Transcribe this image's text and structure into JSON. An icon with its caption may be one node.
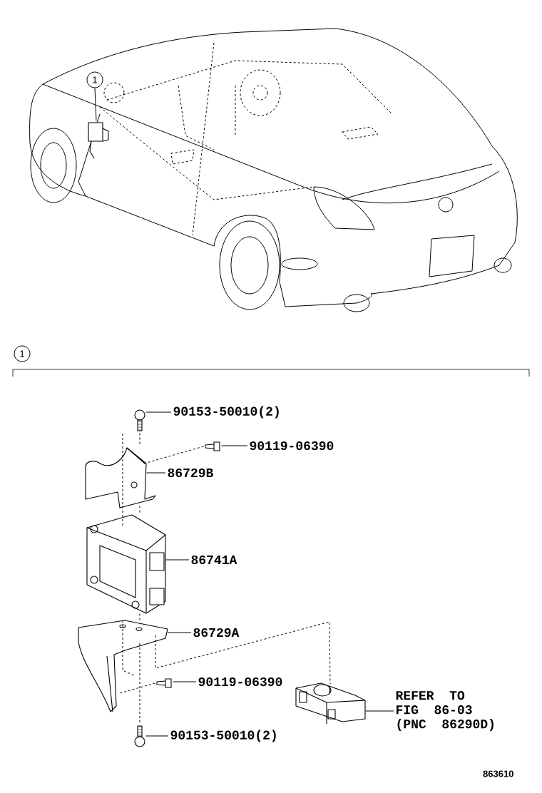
{
  "diagram": {
    "nodes": [
      {
        "text": [
          "1"
        ]
      },
      {
        "text": [],
        "shape": "picture"
      },
      {
        "text": [
          "1"
        ]
      },
      {
        "text": [
          "90153-50010(2)"
        ]
      },
      {
        "text": [],
        "shape": "picture"
      },
      {
        "text": [
          "90119-06390"
        ]
      },
      {
        "text": [],
        "shape": "picture"
      },
      {
        "text": [
          "86729B"
        ]
      },
      {
        "text": [],
        "shape": "picture"
      },
      {
        "text": [
          "86741A"
        ]
      },
      {
        "text": [],
        "shape": "picture"
      },
      {
        "text": [
          "86729A"
        ]
      },
      {
        "text": [],
        "shape": "picture"
      },
      {
        "text": [
          "90119-06390"
        ]
      },
      {
        "text": [],
        "shape": "picture"
      },
      {
        "text": [
          "90153-50010(2)"
        ]
      },
      {
        "text": [],
        "shape": "picture"
      },
      {
        "text": [
          "REFER TO FIG 86-03 (PNC 86290D)"
        ]
      },
      {
        "text": [],
        "shape": "picture"
      }
    ],
    "edges": [
      {
        "from": 0,
        "to": 1,
        "arrow": "none"
      },
      {
        "from": 3,
        "to": 4,
        "arrow": "none"
      },
      {
        "from": 5,
        "to": 6,
        "arrow": "none"
      },
      {
        "from": 7,
        "to": 8,
        "arrow": "none"
      },
      {
        "from": 9,
        "to": 10,
        "arrow": "none"
      },
      {
        "from": 11,
        "to": 12,
        "arrow": "none"
      },
      {
        "from": 13,
        "to": 14,
        "arrow": "none"
      },
      {
        "from": 15,
        "to": 16,
        "arrow": "none"
      },
      {
        "from": 17,
        "to": 18,
        "arrow": "none"
      },
      {
        "from": 4,
        "to": 8,
        "arrow": "none",
        "style": "dashed"
      },
      {
        "from": 8,
        "to": 10,
        "arrow": "none",
        "style": "dashed"
      },
      {
        "from": 10,
        "to": 12,
        "arrow": "none",
        "style": "dashed"
      },
      {
        "from": 12,
        "to": 16,
        "arrow": "none",
        "style": "dashed"
      },
      {
        "from": 6,
        "to": 8,
        "arrow": "none",
        "style": "dashed"
      },
      {
        "from": 12,
        "to": 18,
        "arrow": "none",
        "style": "dashed"
      },
      {
        "from": 14,
        "to": 12,
        "arrow": "none",
        "style": "dashed"
      }
    ],
    "labels": [
      "863610"
    ]
  }
}
